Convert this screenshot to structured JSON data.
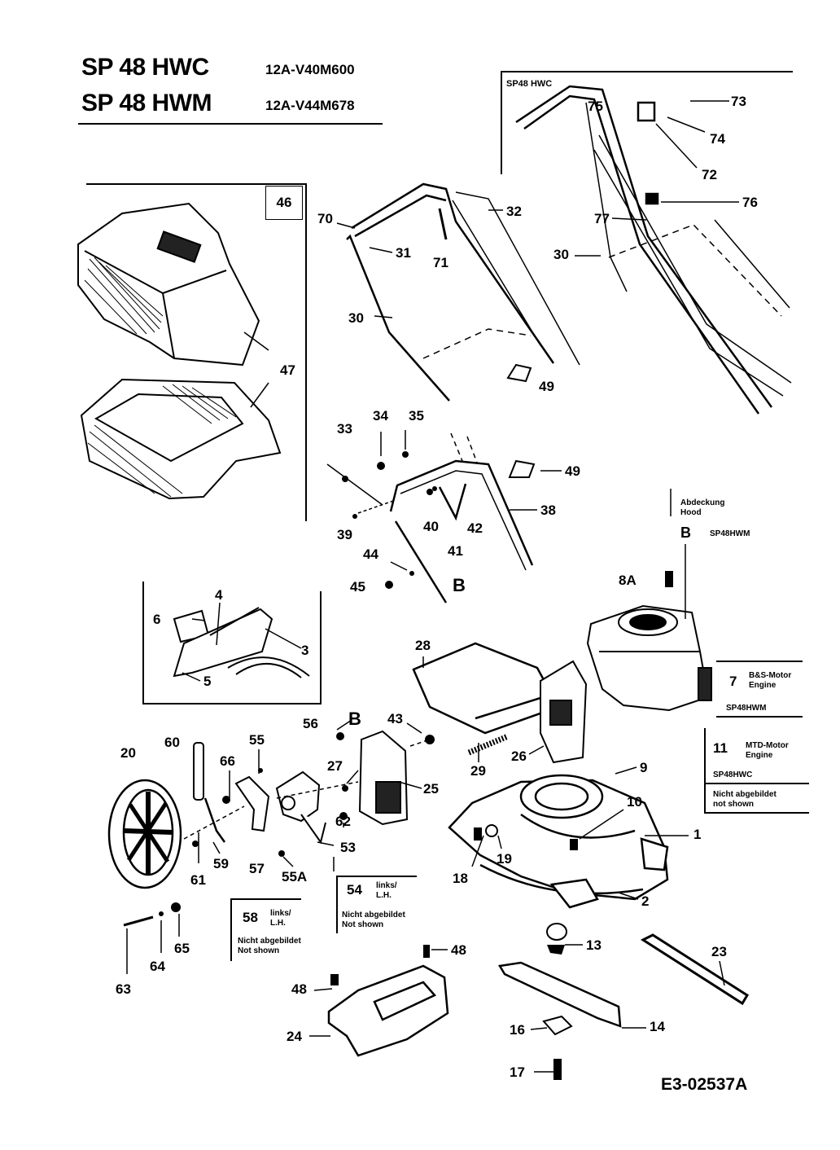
{
  "header": {
    "model_1": "SP 48 HWC",
    "code_1": "12A-V40M600",
    "model_2": "SP 48 HWM",
    "code_2": "12A-V44M678"
  },
  "drawing_number": "E3-02537A",
  "reference_letter": "B",
  "handle_panel_title": "SP48 HWC",
  "notes": {
    "hood_de": "Abdeckung",
    "hood_en": "Hood",
    "hood_model": "SP48HWM",
    "engine_bs_num": "7",
    "engine_bs_de": "B&S-Motor",
    "engine_bs_en": "Engine",
    "engine_bs_model": "SP48HWM",
    "engine_mtd_num": "11",
    "engine_mtd_de": "MTD-Motor",
    "engine_mtd_en": "Engine",
    "engine_mtd_model": "SP48HWC",
    "not_shown_de": "Nicht abgebildet",
    "not_shown_en": "not shown",
    "part54_num": "54",
    "part54_de": "links/",
    "part54_en": "L.H.",
    "part54_ns_de": "Nicht abgebildet",
    "part54_ns_en": "Not shown",
    "part58_num": "58",
    "part58_de": "links/",
    "part58_en": "L.H.",
    "part58_ns_de": "Nicht abgebildet",
    "part58_ns_en": "Not shown"
  },
  "part_labels": {
    "p46": "46",
    "p47": "47",
    "p70": "70",
    "p31": "31",
    "p71": "71",
    "p32": "32",
    "p30a": "30",
    "p30b": "30",
    "p49a": "49",
    "p49b": "49",
    "p73": "73",
    "p74": "74",
    "p72": "72",
    "p75": "75",
    "p76": "76",
    "p77": "77",
    "p33": "33",
    "p34": "34",
    "p35": "35",
    "p38": "38",
    "p39": "39",
    "p40": "40",
    "p41": "41",
    "p42": "42",
    "p44": "44",
    "p45": "45",
    "p6": "6",
    "p4": "4",
    "p3": "3",
    "p5": "5",
    "p8A": "8A",
    "p28": "28",
    "p26": "26",
    "p29": "29",
    "p56": "56",
    "p43": "43",
    "p27": "27",
    "p25": "25",
    "p62": "62",
    "p53": "53",
    "p55": "55",
    "p55A": "55A",
    "p66": "66",
    "p57": "57",
    "p60": "60",
    "p59": "59",
    "p61": "61",
    "p20": "20",
    "p63": "63",
    "p64": "64",
    "p65": "65",
    "p9": "9",
    "p10": "10",
    "p1": "1",
    "p2": "2",
    "p18": "18",
    "p19": "19",
    "p13": "13",
    "p23": "23",
    "p14": "14",
    "p16": "16",
    "p17": "17",
    "p48a": "48",
    "p48b": "48",
    "p24": "24"
  }
}
